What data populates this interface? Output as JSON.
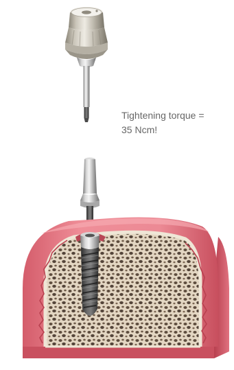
{
  "annotation": {
    "line1": "Tightening torque =",
    "line2": "35 Ncm!"
  },
  "colors": {
    "text": "#666666",
    "gum": "#e8808c",
    "gum_dark": "#c24a58",
    "bone": "#e8dccb",
    "bone_pores": "#6b5a4a",
    "metal_light": "#e6e6e6",
    "metal_dark": "#8c8c8c",
    "implant_body": "#4d4d4d"
  },
  "components": [
    {
      "name": "torque-driver",
      "icon": "torque-wrench-head"
    },
    {
      "name": "abutment",
      "icon": "abutment"
    },
    {
      "name": "implant",
      "icon": "screw-implant"
    },
    {
      "name": "jaw-cross-section",
      "icon": "bone-with-gum"
    }
  ]
}
